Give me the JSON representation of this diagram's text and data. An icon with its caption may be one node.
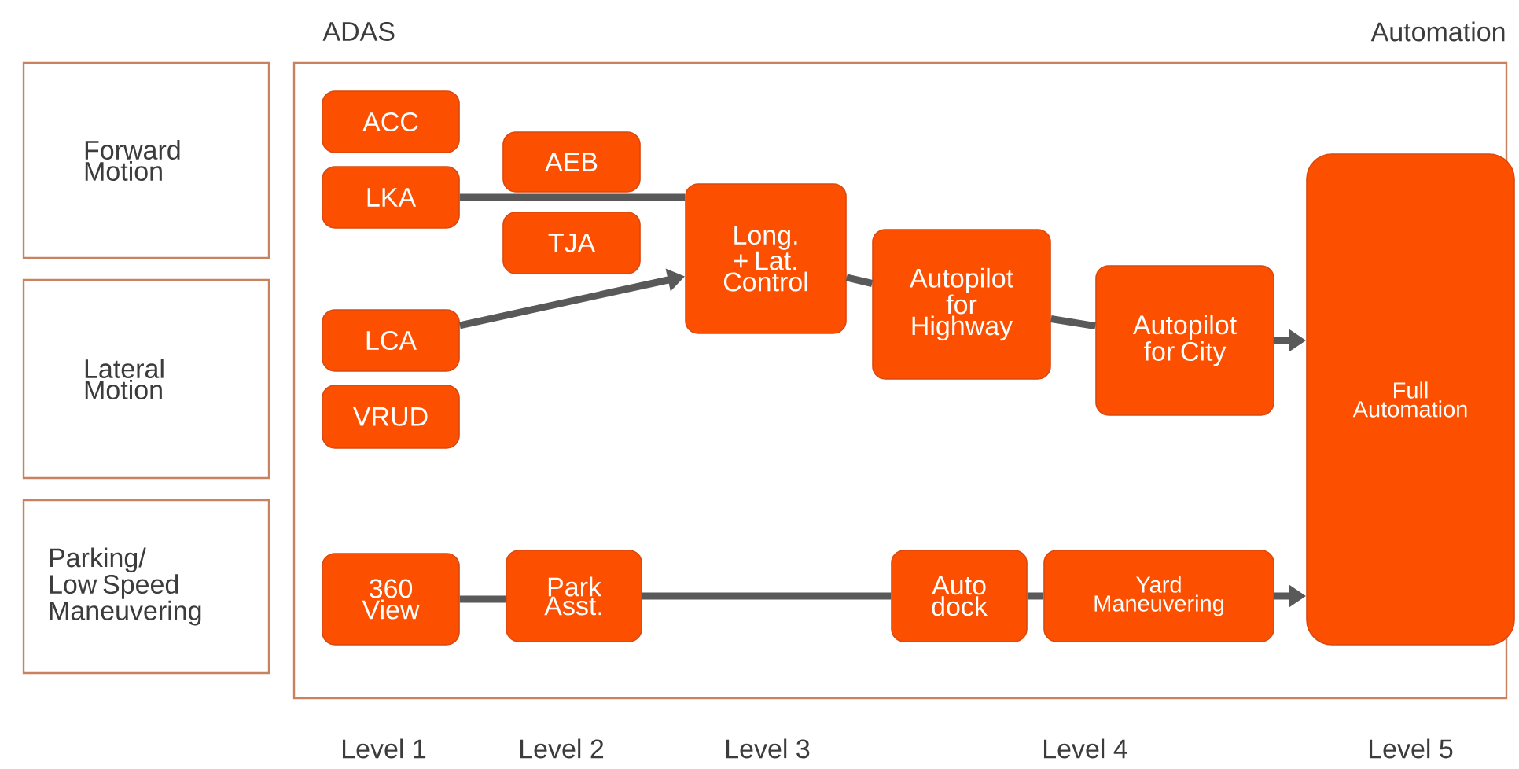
{
  "diagram": {
    "nodes": [
      {
        "text": [
          "Forward Motion"
        ]
      },
      {
        "text": [
          "Lateral Motion"
        ]
      },
      {
        "text": [
          "Parking/ Low Speed Maneuvering"
        ]
      },
      {
        "text": [
          "ADAS",
          "Automation"
        ]
      },
      {
        "text": [
          "ACC"
        ],
        "in": 3
      },
      {
        "text": [
          "LKA"
        ],
        "in": 3
      },
      {
        "text": [
          "LCA"
        ],
        "in": 3
      },
      {
        "text": [
          "VRUD"
        ],
        "in": 3
      },
      {
        "text": [
          "AEB"
        ],
        "in": 3
      },
      {
        "text": [
          "TJA"
        ],
        "in": 3
      },
      {
        "text": [
          "Long. + Lat. Control"
        ],
        "in": 3
      },
      {
        "text": [
          "Autopilot for Highway"
        ],
        "in": 3
      },
      {
        "text": [
          "Autopilot for City"
        ],
        "in": 3
      },
      {
        "text": [
          "Full Automation"
        ],
        "in": 3
      },
      {
        "text": [
          "360 View"
        ],
        "in": 3
      },
      {
        "text": [
          "Park Asst."
        ],
        "in": 3
      },
      {
        "text": [
          "Auto dock"
        ],
        "in": 3
      },
      {
        "text": [
          "Yard Maneuvering"
        ],
        "in": 3
      }
    ],
    "edges": [
      {
        "from": 5,
        "to": 10,
        "arrow": "none"
      },
      {
        "from": 6,
        "to": 10,
        "arrow": "to"
      },
      {
        "from": 10,
        "to": 11,
        "arrow": "none"
      },
      {
        "from": 11,
        "to": 12,
        "arrow": "none"
      },
      {
        "from": 12,
        "to": 13,
        "arrow": "to"
      },
      {
        "from": 14,
        "to": 15,
        "arrow": "none"
      },
      {
        "from": 15,
        "to": 16,
        "arrow": "none"
      },
      {
        "from": 16,
        "to": 17,
        "arrow": "none"
      },
      {
        "from": 17,
        "to": 13,
        "arrow": "to"
      }
    ],
    "labels": [
      "Level 1",
      "Level 2",
      "Level 3",
      "Level 4",
      "Level 5"
    ]
  }
}
